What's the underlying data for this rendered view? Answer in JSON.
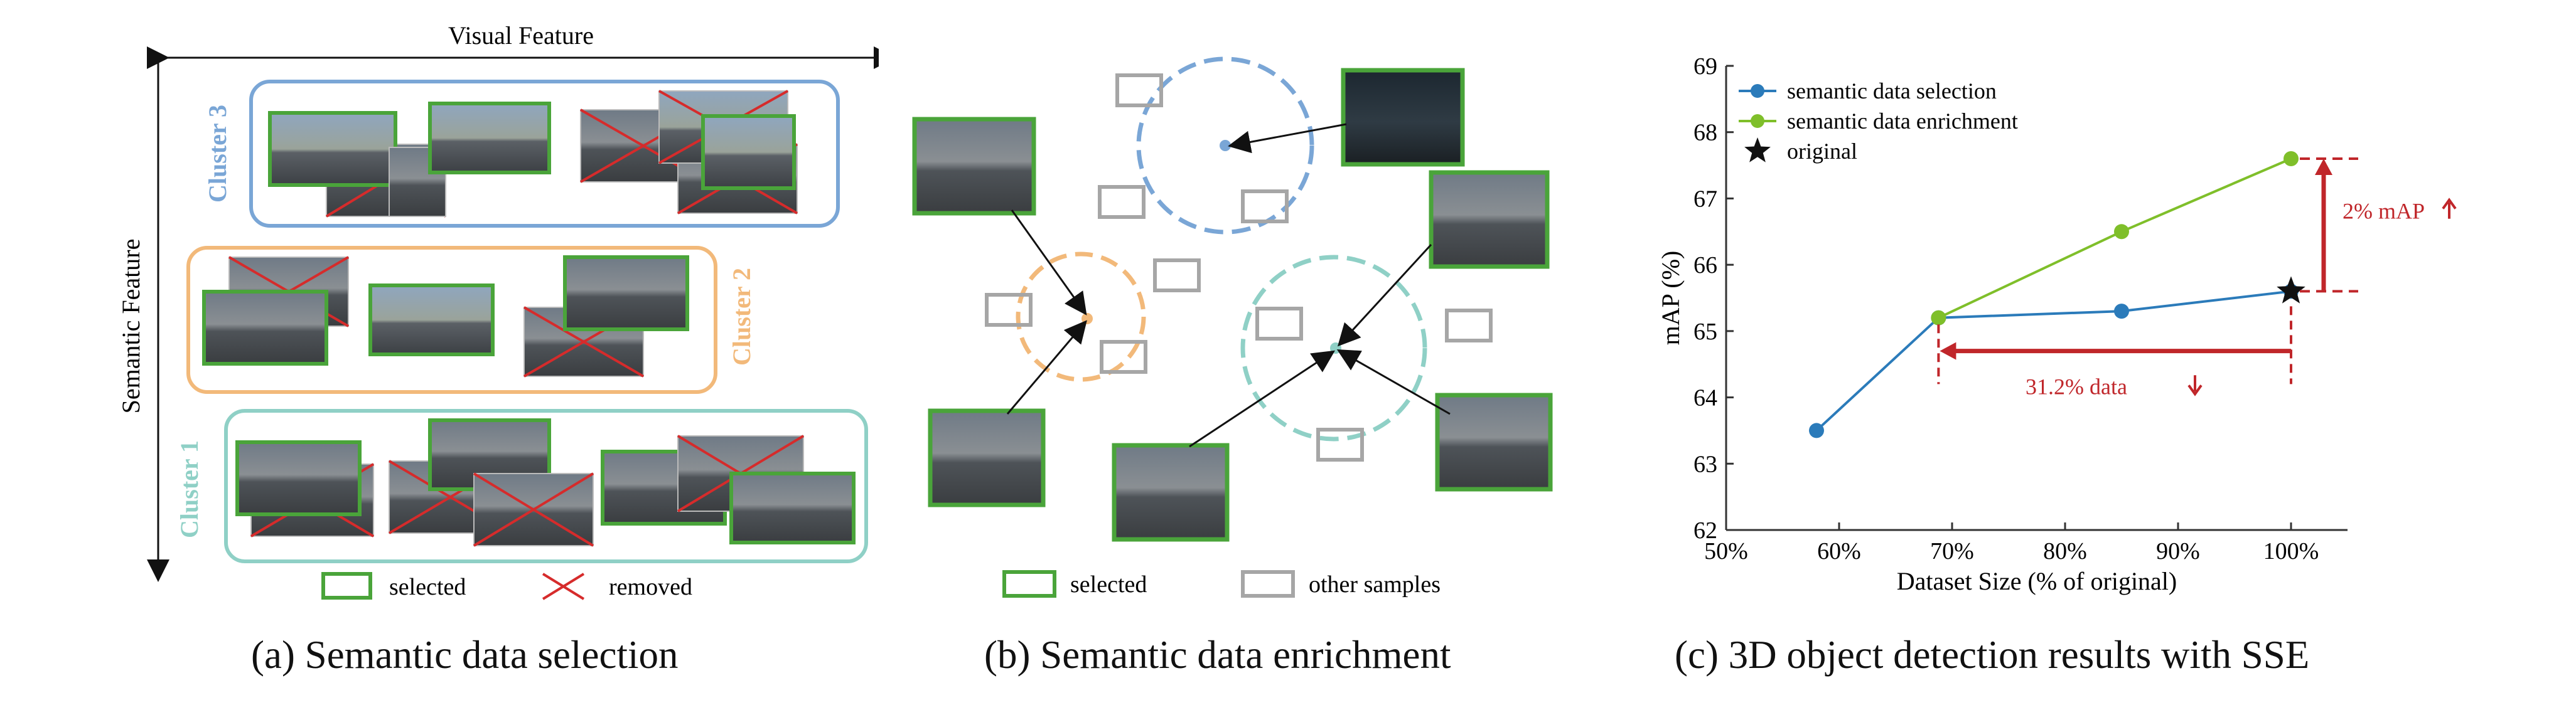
{
  "panel_a": {
    "caption": "(a) Semantic data selection",
    "x_axis_label": "Visual Feature",
    "y_axis_label": "Semantic Feature",
    "clusters": [
      {
        "label": "Cluster 3",
        "color": "#7aa6d6"
      },
      {
        "label": "Cluster 2",
        "color": "#f2b97a"
      },
      {
        "label": "Cluster 1",
        "color": "#8fd0c6"
      }
    ],
    "legend": {
      "selected": "selected",
      "removed": "removed"
    },
    "colors": {
      "selected": "#4aa43a",
      "removed": "#d62b2b"
    }
  },
  "panel_b": {
    "caption": "(b) Semantic data enrichment",
    "legend": {
      "selected": "selected",
      "other": "other samples"
    },
    "colors": {
      "selected": "#4aa43a",
      "other": "#a6a6a6",
      "blue": "#7aa6d6",
      "orange": "#f2b97a",
      "teal": "#8fd0c6"
    }
  },
  "panel_c": {
    "caption": "(c) 3D object detection results with SSE",
    "annotations": {
      "map_gain": "2% mAP",
      "data_saving": "31.2% data"
    },
    "chart_data": {
      "type": "line",
      "xlabel": "Dataset Size (% of original)",
      "ylabel": "mAP (%)",
      "xlim": [
        50,
        105
      ],
      "ylim": [
        62,
        69
      ],
      "xticks": [
        "50%",
        "60%",
        "70%",
        "80%",
        "90%",
        "100%"
      ],
      "xtick_values": [
        50,
        60,
        70,
        80,
        90,
        100
      ],
      "yticks": [
        62,
        63,
        64,
        65,
        66,
        67,
        68,
        69
      ],
      "legend_position": "top-left",
      "series": [
        {
          "name": "semantic data selection",
          "color": "#2b7bba",
          "marker": "circle",
          "x": [
            58,
            68.8,
            85,
            100
          ],
          "y": [
            63.5,
            65.2,
            65.3,
            65.6
          ]
        },
        {
          "name": "semantic data enrichment",
          "color": "#7fbf2a",
          "marker": "circle",
          "x": [
            68.8,
            85,
            100
          ],
          "y": [
            65.2,
            66.5,
            67.6
          ]
        },
        {
          "name": "original",
          "color": "#111111",
          "marker": "star",
          "x": [
            100
          ],
          "y": [
            65.6
          ]
        }
      ],
      "annotation_color": "#c0262a"
    }
  }
}
